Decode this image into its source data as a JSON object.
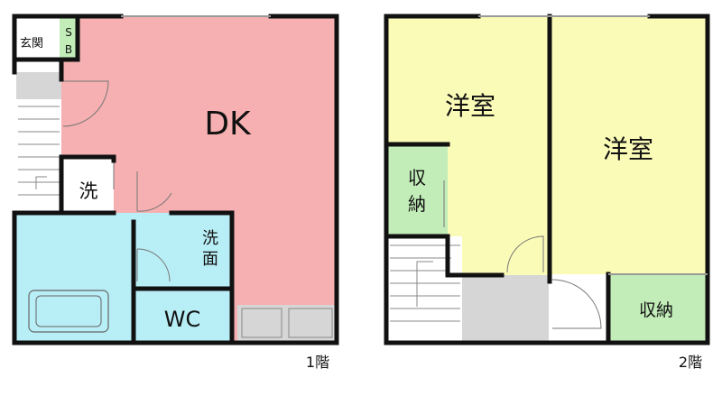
{
  "colors": {
    "dk": "#f6b0b1",
    "wet": "#b8eef6",
    "storage": "#c2ecb8",
    "western": "#fbfbb8",
    "hall": "#d6d6d6",
    "wall": "#111111",
    "white": "#ffffff"
  },
  "floor1": {
    "genkan": "玄関",
    "shoe_box": [
      "S",
      "B"
    ],
    "dk": "DK",
    "sentaku": "洗",
    "senmen": [
      "洗",
      "面"
    ],
    "wc": "WC",
    "floor_label": "1階"
  },
  "floor2": {
    "room_left": "洋室",
    "room_right": "洋室",
    "closet_left": [
      "収",
      "納"
    ],
    "closet_right": "収納",
    "floor_label": "2階"
  }
}
